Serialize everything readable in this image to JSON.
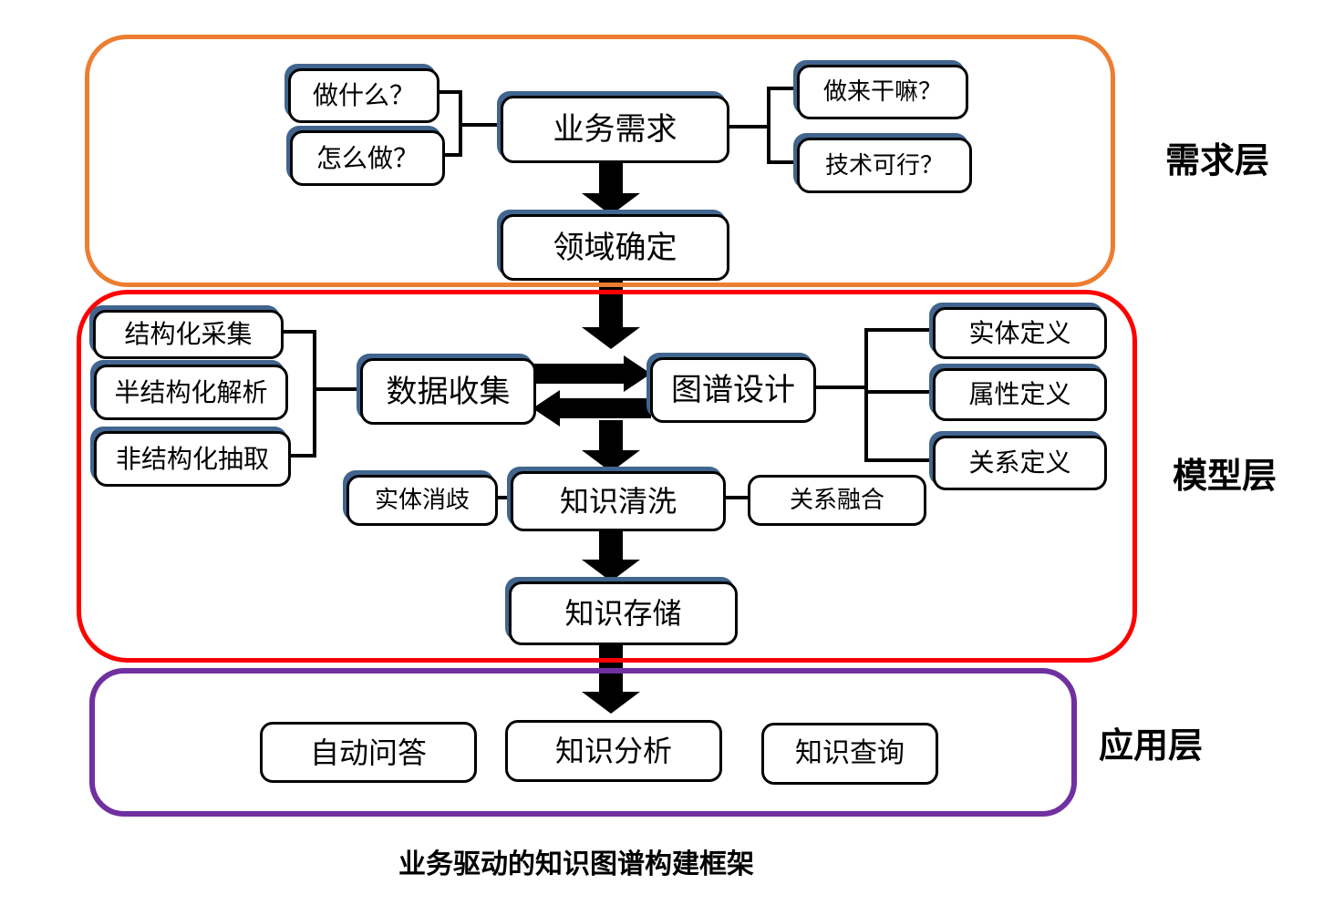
{
  "caption": "业务驱动的知识图谱构建框架",
  "layers": {
    "requirement": {
      "label": "需求层",
      "border_color": "#ED7D31"
    },
    "model": {
      "label": "模型层",
      "border_color": "#FF0000"
    },
    "application": {
      "label": "应用层",
      "border_color": "#7030A0"
    }
  },
  "nodes": {
    "what": "做什么？",
    "how": "怎么做？",
    "business_requirement": "业务需求",
    "what_for": "做来干嘛？",
    "tech_feasible": "技术可行？",
    "domain_determination": "领域确定",
    "structured_collection": "结构化采集",
    "semi_structured_parsing": "半结构化解析",
    "unstructured_extraction": "非结构化抽取",
    "data_collection": "数据收集",
    "graph_design": "图谱设计",
    "entity_definition": "实体定义",
    "attribute_definition": "属性定义",
    "relation_definition": "关系定义",
    "entity_disambiguation": "实体消歧",
    "knowledge_cleaning": "知识清洗",
    "relation_fusion": "关系融合",
    "knowledge_storage": "知识存储",
    "auto_qa": "自动问答",
    "knowledge_analysis": "知识分析",
    "knowledge_query": "知识查询"
  },
  "colors": {
    "node_border": "#000000",
    "node_shadow_blue": "#41658E",
    "arrow_black": "#000000"
  }
}
